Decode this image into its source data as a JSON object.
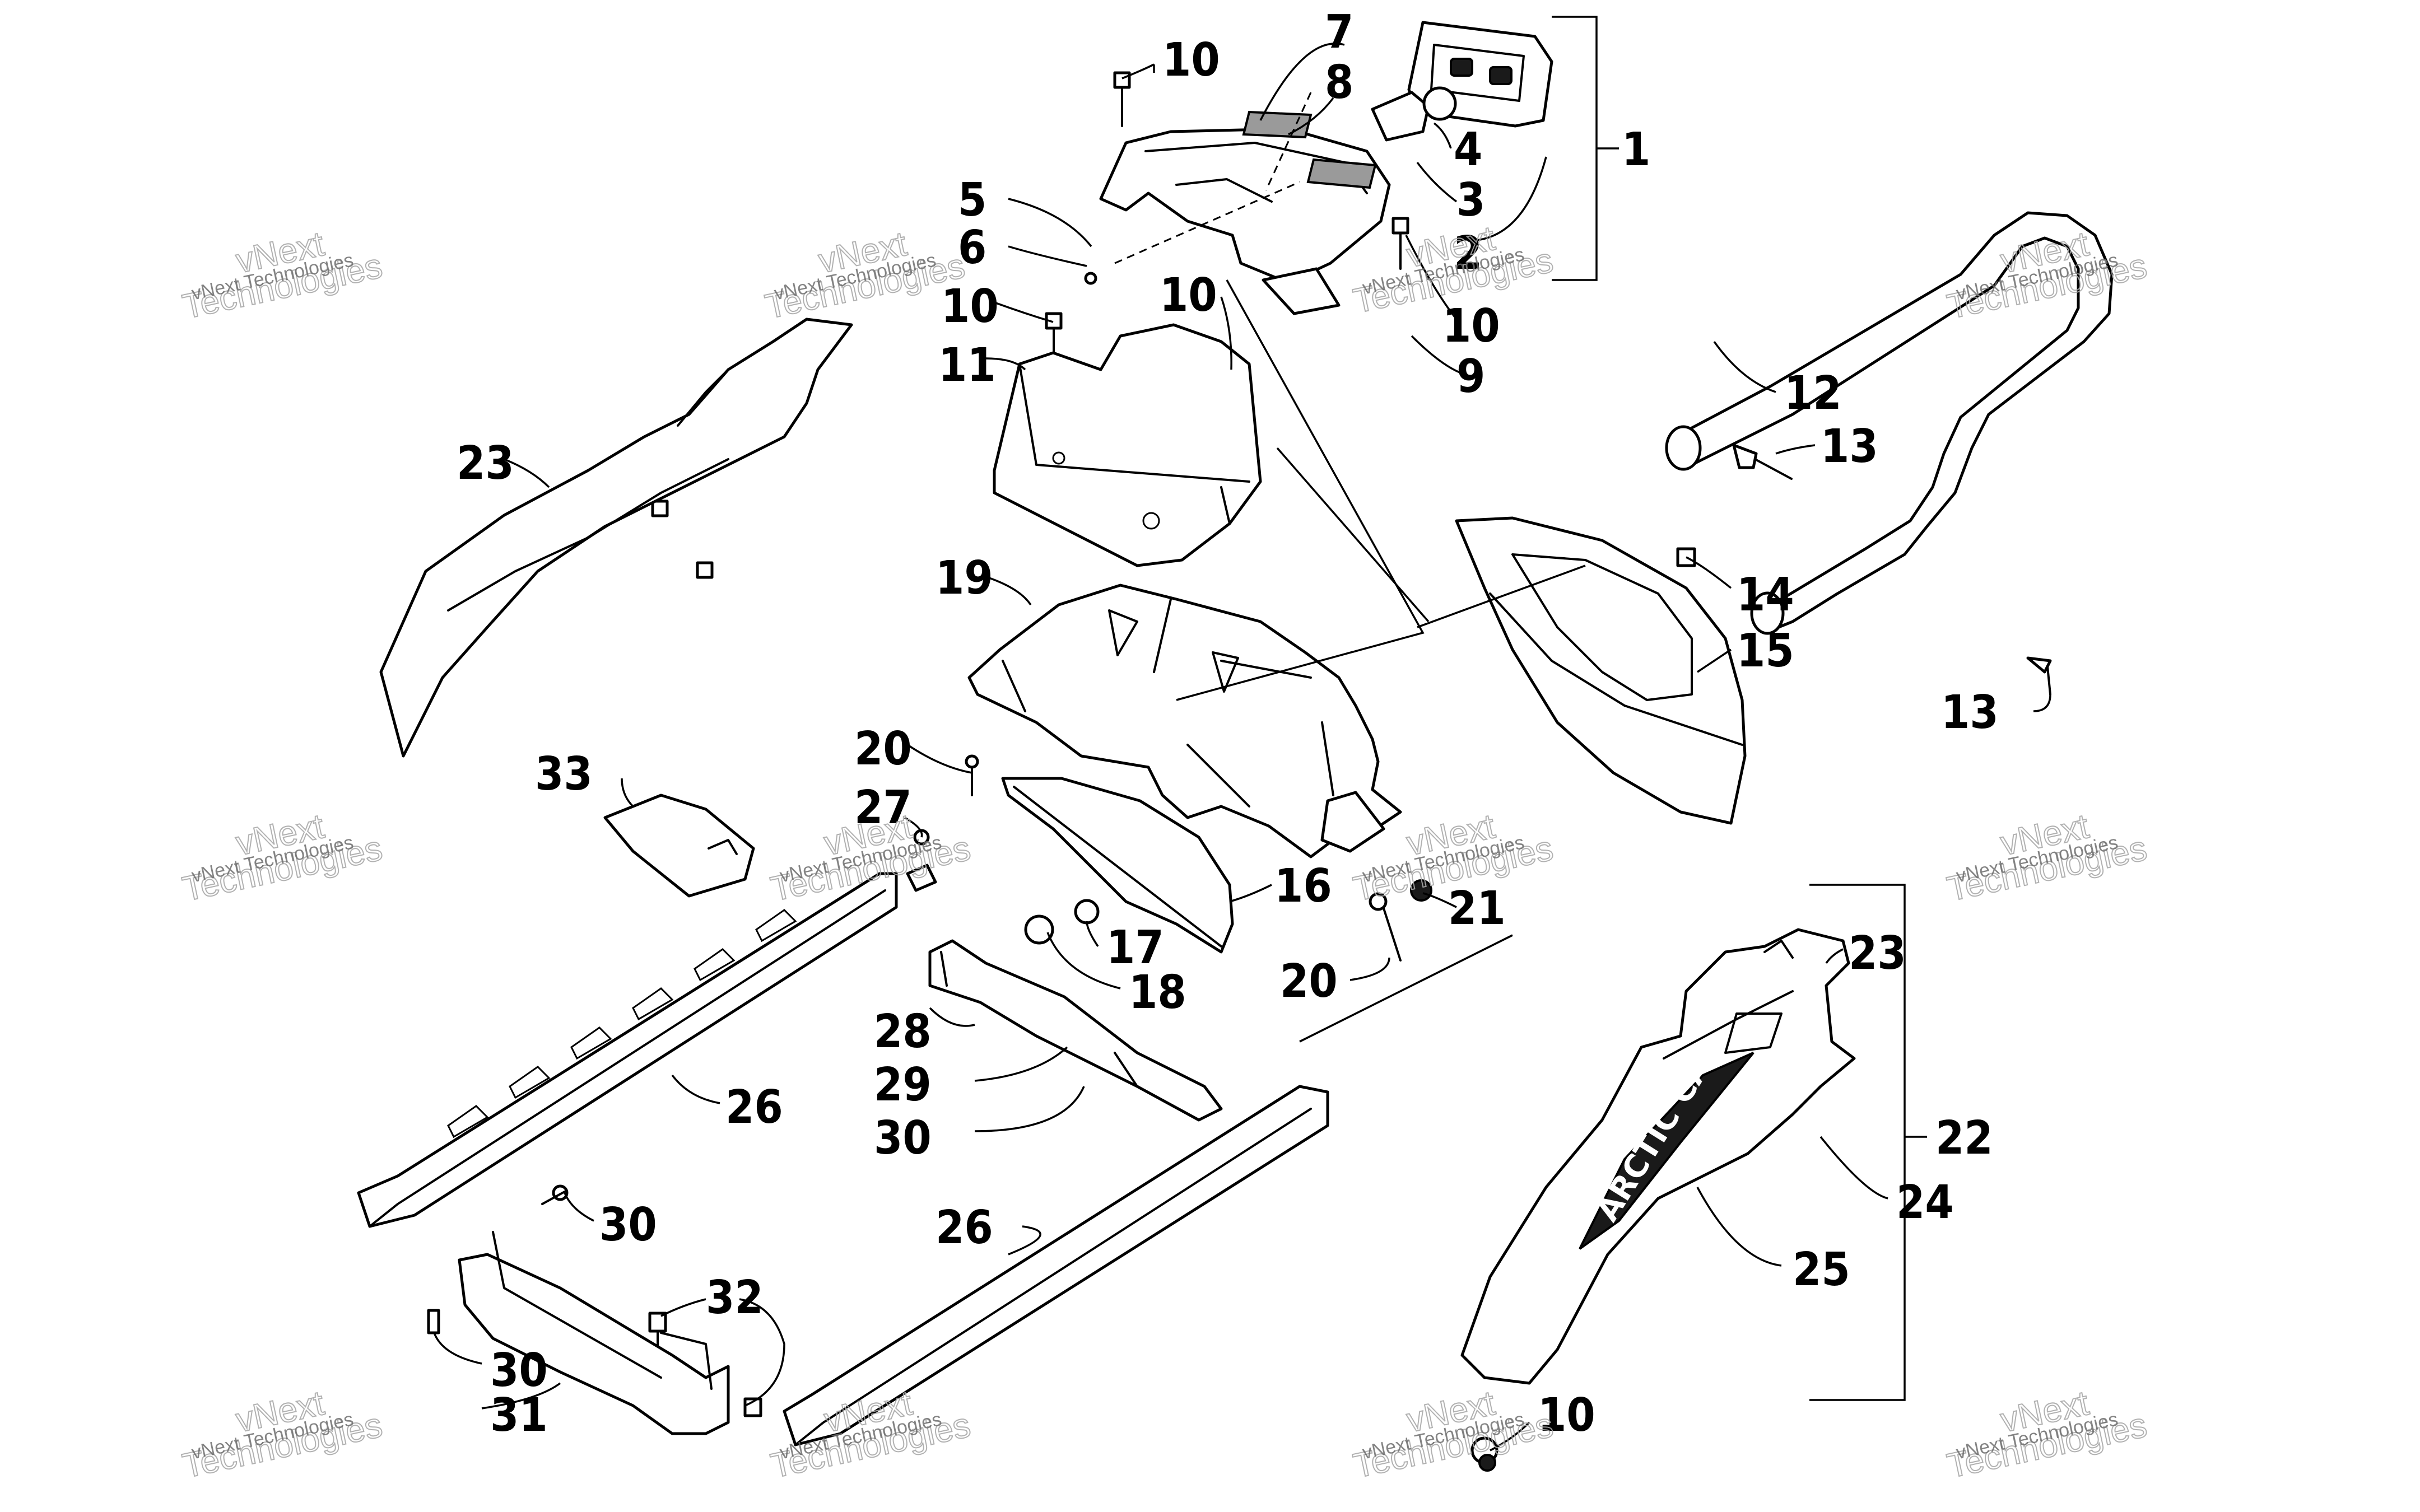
{
  "labels": {
    "l1": "1",
    "l2": "2",
    "l3": "3",
    "l4": "4",
    "l5": "5",
    "l6": "6",
    "l7": "7",
    "l8": "8",
    "l9": "9",
    "l10a": "10",
    "l10b": "10",
    "l10c": "10",
    "l10d": "10",
    "l10e": "10",
    "l11": "11",
    "l12": "12",
    "l13a": "13",
    "l13b": "13",
    "l14": "14",
    "l15": "15",
    "l16": "16",
    "l17": "17",
    "l18": "18",
    "l19": "19",
    "l20a": "20",
    "l20b": "20",
    "l21": "21",
    "l22": "22",
    "l23a": "23",
    "l23b": "23",
    "l24": "24",
    "l25": "25",
    "l26a": "26",
    "l26b": "26",
    "l27": "27",
    "l28": "28",
    "l29": "29",
    "l30a": "30",
    "l30b": "30",
    "l30c": "30",
    "l31": "31",
    "l32": "32",
    "l33": "33"
  },
  "decal_text": "ARCTIC CAT",
  "watermark": {
    "line_small": "vNext Technologies",
    "line_big_1": "vNext",
    "line_big_2": "Technologies"
  }
}
